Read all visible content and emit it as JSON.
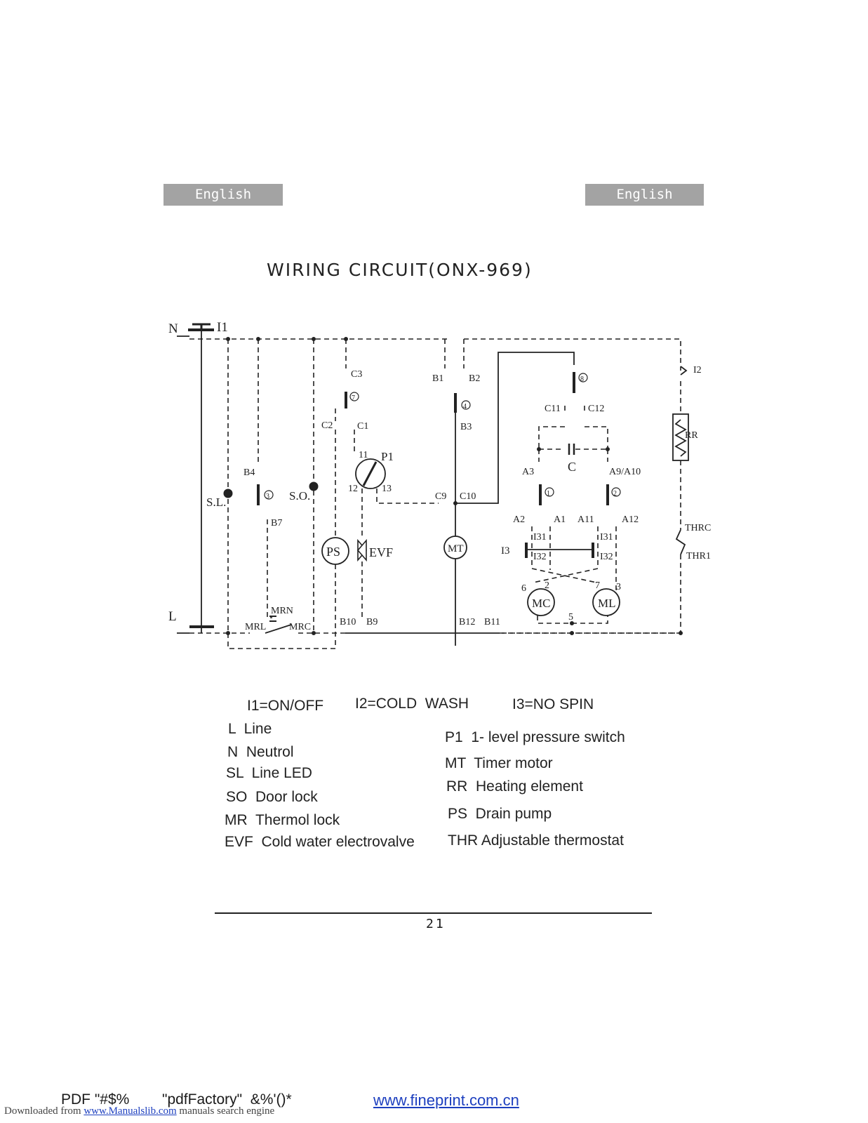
{
  "header": {
    "lang_left": "English",
    "lang_right": "English"
  },
  "title": "WIRING CIRCUIT(ONX-969)",
  "diagram": {
    "labels": {
      "n": "N",
      "l": "L",
      "i1": "I1",
      "i2": "I2",
      "i3": "I3",
      "sl": "S.L.",
      "so": "S.O.",
      "c1": "C1",
      "c2": "C2",
      "c3": "C3",
      "c9": "C9",
      "c10": "C10",
      "c11": "C11",
      "c12": "C12",
      "b1": "B1",
      "b2": "B2",
      "b3": "B3",
      "b4": "B4",
      "b7": "B7",
      "b9": "B9",
      "b10": "B10",
      "b11": "B11",
      "b12": "B12",
      "a1": "A1",
      "a2": "A2",
      "a3": "A3",
      "a9a10": "A9/A10",
      "a11": "A11",
      "a12": "A12",
      "i31a": "I31",
      "i31b": "I31",
      "i32a": "I32",
      "i32b": "I32",
      "p1": "P1",
      "p1_11": "11",
      "p1_12": "12",
      "p1_13": "13",
      "ps": "PS",
      "evf": "EVF",
      "mt": "MT",
      "mc": "MC",
      "ml": "ML",
      "cap": "C",
      "rr": "RR",
      "thrc": "THRC",
      "thr1": "THR1",
      "mrn": "MRN",
      "mrl": "MRL",
      "mrc": "MRC",
      "sw1": "1",
      "sw2": "2",
      "sw3": "3",
      "sw4": "4",
      "sw7": "7",
      "sw8": "8",
      "m5": "5",
      "m6": "6",
      "m2": "2",
      "m7": "7",
      "m3": "3"
    }
  },
  "legend": {
    "i1": "I1=ON/OFF",
    "i2": "I2=COLD  WASH",
    "i3": "I3=NO SPIN",
    "l": "L  Line",
    "n": "N  Neutrol",
    "sl": "SL  Line LED",
    "so": "SO  Door lock",
    "mr": "MR  Thermol lock",
    "evf": "EVF  Cold water electrovalve",
    "p1": "P1  1- level pressure switch",
    "mt": "MT  Timer motor",
    "rr": "RR  Heating element",
    "ps": "PS  Drain pump",
    "thr": "THR Adjustable thermostat"
  },
  "footer": {
    "page_number": "21",
    "pdf_text": "PDF \"#$%        \"pdfFactory\"  &%'()*",
    "fineprint_url": "www.fineprint.com.cn",
    "downloaded_prefix": "Downloaded from ",
    "downloaded_link": "www.Manualslib.com",
    "downloaded_suffix": " manuals search engine"
  }
}
